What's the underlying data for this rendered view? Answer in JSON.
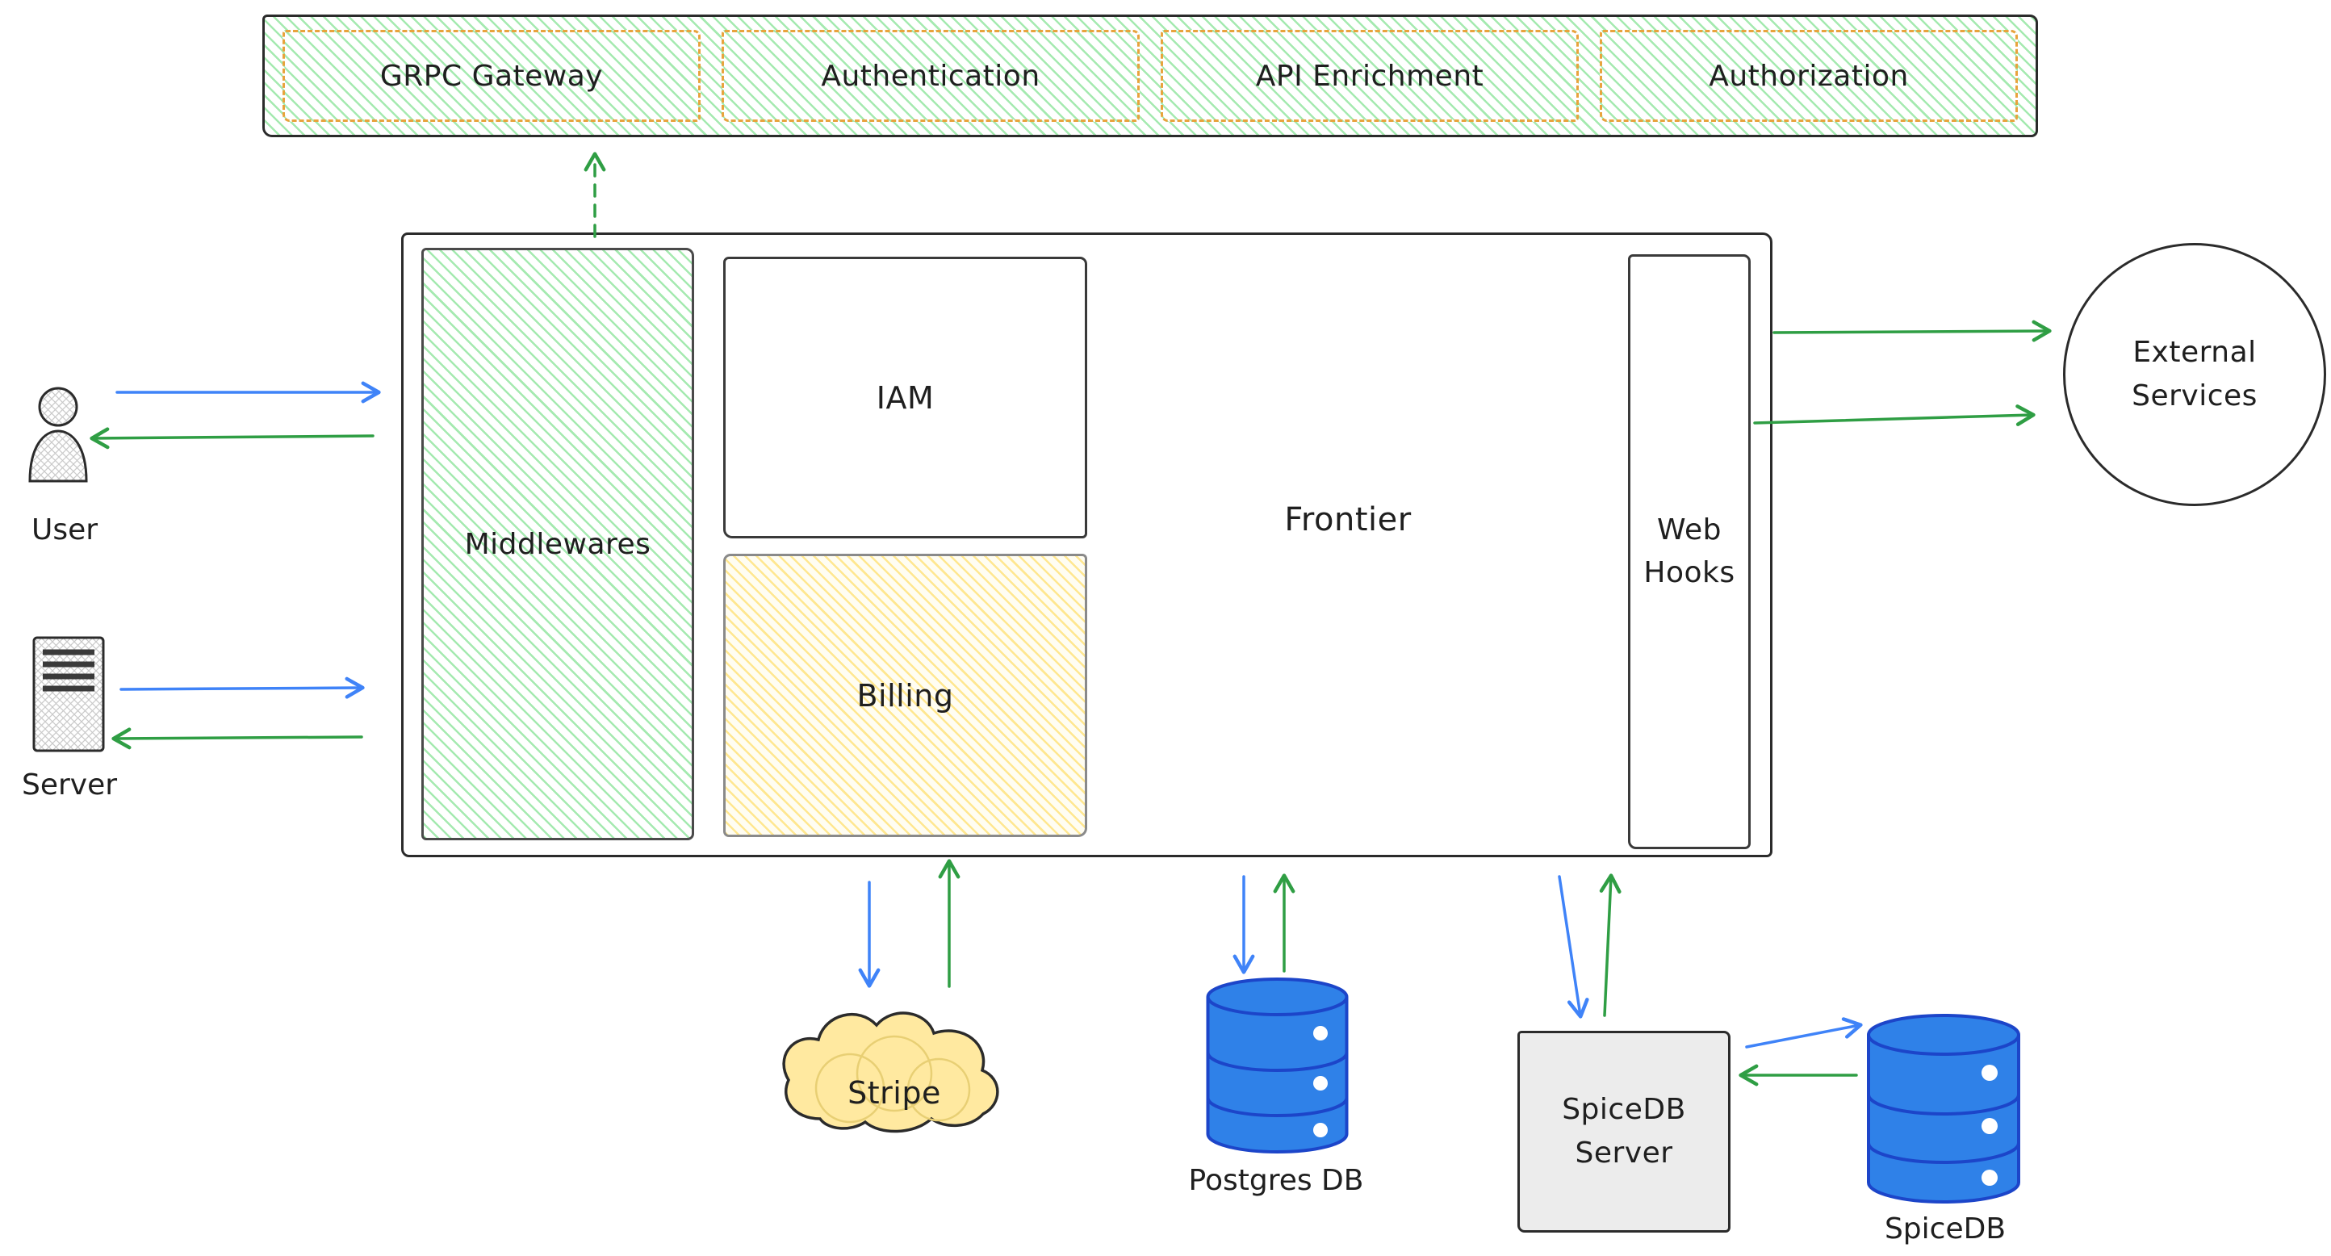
{
  "pipeline": {
    "items": [
      "GRPC Gateway",
      "Authentication",
      "API Enrichment",
      "Authorization"
    ]
  },
  "main": {
    "middlewares": "Middlewares",
    "iam": "IAM",
    "billing": "Billing",
    "frontier": "Frontier",
    "webhooks": "Web Hooks"
  },
  "actors": {
    "user": "User",
    "server": "Server"
  },
  "external": {
    "label": "External Services"
  },
  "datastores": {
    "stripe": "Stripe",
    "postgres": "Postgres DB",
    "spicedb_server": "SpiceDB Server",
    "spicedb": "SpiceDB"
  },
  "colors": {
    "arrow_blue": "#3f83f8",
    "arrow_green": "#2f9e44",
    "hatch_green": "#69db7c99",
    "hatch_yellow": "#ffd43b88",
    "pipeline_border": "#e8a33d",
    "box_border": "#2b2b2b",
    "db_fill": "#2f81e8",
    "db_stroke": "#1c45c9",
    "cloud_fill": "#ffe9a0",
    "server_box_fill": "#ececec"
  }
}
